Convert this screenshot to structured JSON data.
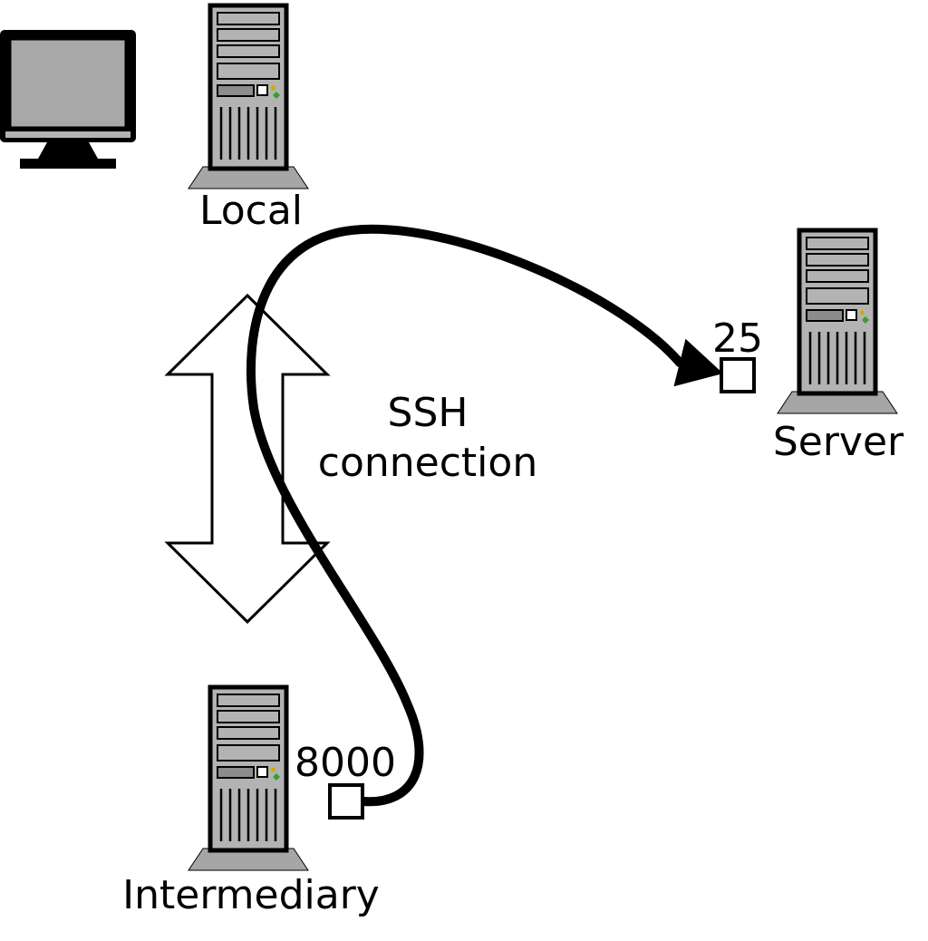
{
  "diagram": {
    "local": {
      "label": "Local"
    },
    "server": {
      "label": "Server",
      "port_label": "25"
    },
    "intermediary": {
      "label": "Intermediary",
      "port_label": "8000"
    },
    "ssh": {
      "line1": "SSH",
      "line2": "connection"
    },
    "icons": {
      "monitor": "monitor-icon",
      "local_tower": "computer-tower-icon",
      "server_tower": "computer-tower-icon",
      "intermediary_tower": "computer-tower-icon",
      "double_arrow": "double-headed-arrow-icon",
      "tunnel_arrow": "curved-tunnel-arrow-icon",
      "server_port": "port-square-icon",
      "intermediary_port": "port-square-icon"
    },
    "colors": {
      "background": "#ffffff",
      "outline": "#000000",
      "tower_body": "#b3b3b3",
      "tower_base": "#a6a6a6",
      "tower_bay": "#8c8c8c",
      "monitor_screen": "#a9a9a9",
      "arrow_fill": "#ffffff",
      "port_fill": "#ffffff",
      "led_green": "#33a02c",
      "led_yellow": "#d4aa00"
    }
  }
}
